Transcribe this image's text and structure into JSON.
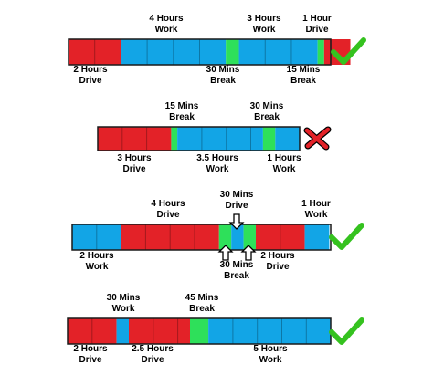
{
  "colors": {
    "drive": "#e32228",
    "work": "#12a5e6",
    "break": "#2ee05a",
    "check": "#35c21f",
    "cross": "#e32228",
    "outline": "#1a1a1a"
  },
  "icons": [
    "check-icon",
    "cross-icon",
    "check-icon",
    "check-icon"
  ],
  "rows": [
    {
      "verdict": "valid",
      "blocks": [
        {
          "type": "drive",
          "hours": 2
        },
        {
          "type": "work",
          "hours": 4
        },
        {
          "type": "break",
          "hours": 0.5
        },
        {
          "type": "work",
          "hours": 3
        },
        {
          "type": "break",
          "hours": 0.25
        },
        {
          "type": "drive",
          "hours": 1
        }
      ],
      "labels_above": [
        {
          "line1": "4 Hours",
          "line2": "Work"
        },
        {
          "line1": "3 Hours",
          "line2": "Work"
        },
        {
          "line1": "1 Hour",
          "line2": "Drive"
        }
      ],
      "labels_below": [
        {
          "line1": "2 Hours",
          "line2": "Drive"
        },
        {
          "line1": "30 Mins",
          "line2": "Break"
        },
        {
          "line1": "15 Mins",
          "line2": "Break"
        }
      ]
    },
    {
      "verdict": "invalid",
      "blocks": [
        {
          "type": "drive",
          "hours": 3
        },
        {
          "type": "break",
          "hours": 0.25
        },
        {
          "type": "work",
          "hours": 3.5
        },
        {
          "type": "break",
          "hours": 0.5
        },
        {
          "type": "work",
          "hours": 1
        }
      ],
      "labels_above": [
        {
          "line1": "15 Mins",
          "line2": "Break"
        },
        {
          "line1": "30 Mins",
          "line2": "Break"
        }
      ],
      "labels_below": [
        {
          "line1": "3 Hours",
          "line2": "Drive"
        },
        {
          "line1": "3.5 Hours",
          "line2": "Work"
        },
        {
          "line1": "1 Hours",
          "line2": "Work"
        }
      ]
    },
    {
      "verdict": "valid",
      "blocks": [
        {
          "type": "work",
          "hours": 2
        },
        {
          "type": "drive",
          "hours": 4
        },
        {
          "type": "break",
          "hours": 0.5
        },
        {
          "type": "work",
          "hours": 0.5
        },
        {
          "type": "break",
          "hours": 0.5
        },
        {
          "type": "drive",
          "hours": 2
        },
        {
          "type": "work",
          "hours": 1
        }
      ],
      "labels_above": [
        {
          "line1": "4 Hours",
          "line2": "Drive"
        },
        {
          "line1": "30 Mins",
          "line2": "Drive"
        },
        {
          "line1": "1 Hour",
          "line2": "Work"
        }
      ],
      "labels_below": [
        {
          "line1": "2 Hours",
          "line2": "Work"
        },
        {
          "line1": "30 Mins",
          "line2": "Break"
        },
        {
          "line1": "2 Hours",
          "line2": "Drive"
        }
      ]
    },
    {
      "verdict": "valid",
      "blocks": [
        {
          "type": "drive",
          "hours": 2
        },
        {
          "type": "work",
          "hours": 0.5
        },
        {
          "type": "drive",
          "hours": 2.5
        },
        {
          "type": "break",
          "hours": 0.75
        },
        {
          "type": "work",
          "hours": 5
        }
      ],
      "labels_above": [
        {
          "line1": "30 Mins",
          "line2": "Work"
        },
        {
          "line1": "45 Mins",
          "line2": "Break"
        }
      ],
      "labels_below": [
        {
          "line1": "2 Hours",
          "line2": "Drive"
        },
        {
          "line1": "2.5 Hours",
          "line2": "Drive"
        },
        {
          "line1": "5 Hours",
          "line2": "Work"
        }
      ]
    }
  ]
}
